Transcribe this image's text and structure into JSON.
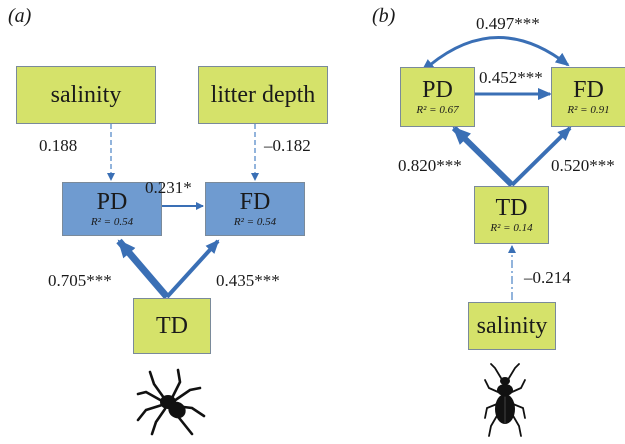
{
  "panel_a": {
    "label": "(a)",
    "nodes": {
      "salinity": {
        "name": "salinity"
      },
      "litter": {
        "name": "litter depth"
      },
      "pd": {
        "name": "PD",
        "r2": "R² = 0.54"
      },
      "fd": {
        "name": "FD",
        "r2": "R² = 0.54"
      },
      "td": {
        "name": "TD"
      }
    },
    "paths": {
      "salinity_pd": "0.188",
      "litter_fd": "–0.182",
      "pd_fd": "0.231*",
      "td_pd": "0.705***",
      "td_fd": "0.435***"
    },
    "organism_icon": "spider-icon"
  },
  "panel_b": {
    "label": "(b)",
    "nodes": {
      "pd": {
        "name": "PD",
        "r2": "R² = 0.67"
      },
      "fd": {
        "name": "FD",
        "r2": "R² = 0.91"
      },
      "td": {
        "name": "TD",
        "r2": "R² = 0.14"
      },
      "salinity": {
        "name": "salinity"
      }
    },
    "paths": {
      "pd_fd_curved": "0.497***",
      "pd_fd": "0.452***",
      "td_pd": "0.820***",
      "td_fd": "0.520***",
      "salinity_td": "–0.214"
    },
    "organism_icon": "beetle-icon"
  },
  "colors": {
    "green_box": "#d5e26a",
    "blue_box": "#6f9bd0",
    "arrow": "#3a6fb5"
  }
}
